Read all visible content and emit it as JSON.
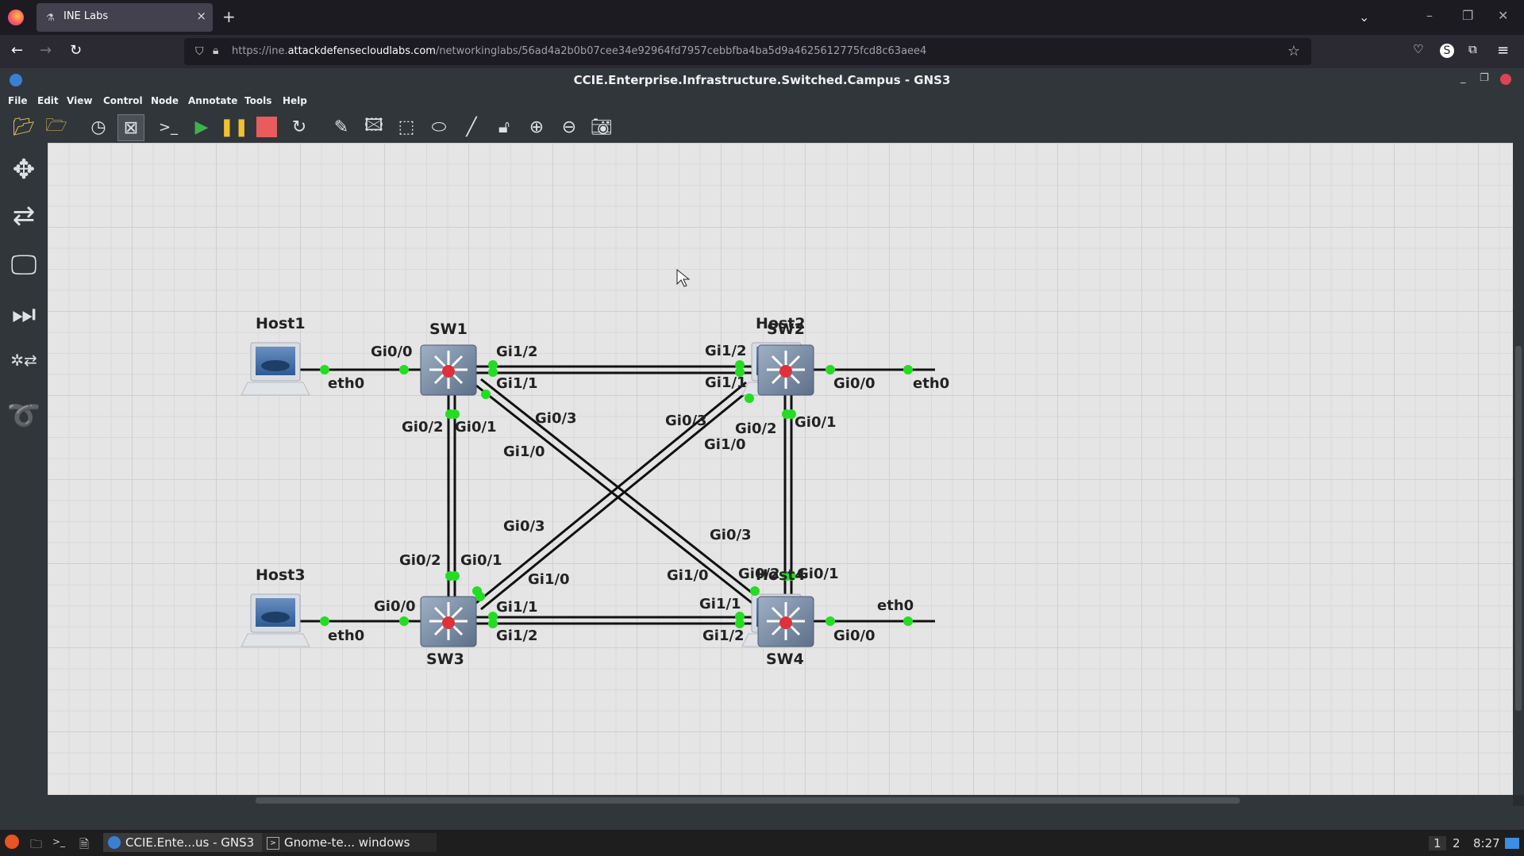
{
  "browser": {
    "tab_title": "INE Labs",
    "tab_close": "×",
    "new_tab": "+",
    "url_prefix": "https://ine.",
    "url_domain": "attackdefensecloudlabs.com",
    "url_path": "/networkinglabs/56ad4a2b0b07cee34e92964fd7957cebbfba4ba5d9a4625612775fcd8c63aee4"
  },
  "gns3": {
    "window_title": "CCIE.Enterprise.Infrastructure.Switched.Campus - GNS3",
    "menu": [
      "File",
      "Edit",
      "View",
      "Control",
      "Node",
      "Annotate",
      "Tools",
      "Help"
    ]
  },
  "topology": {
    "nodes": {
      "host1": "Host1",
      "host2": "Host2",
      "host3": "Host3",
      "host4": "Host4",
      "sw1": "SW1",
      "sw2": "SW2",
      "sw3": "SW3",
      "sw4": "SW4"
    },
    "ports": {
      "h1_eth0": "eth0",
      "sw1_gi00": "Gi0/0",
      "sw1_gi12": "Gi1/2",
      "sw1_gi11": "Gi1/1",
      "sw1_gi03": "Gi0/3",
      "sw1_gi10": "Gi1/0",
      "sw1_gi02": "Gi0/2",
      "sw1_gi01": "Gi0/1",
      "sw2_gi12": "Gi1/2",
      "sw2_gi11": "Gi1/1",
      "sw2_gi00": "Gi0/0",
      "h2_eth0": "eth0",
      "sw2_gi03": "Gi0/3",
      "sw2_gi02": "Gi0/2",
      "sw2_gi01": "Gi0/1",
      "sw2_gi10": "Gi1/0",
      "sw3_gi03": "Gi0/3",
      "sw3_gi02": "Gi0/2",
      "sw3_gi01": "Gi0/1",
      "sw3_gi10": "Gi1/0",
      "sw3_gi00": "Gi0/0",
      "sw3_gi11": "Gi1/1",
      "sw3_gi12": "Gi1/2",
      "h3_eth0": "eth0",
      "sw4_gi03": "Gi0/3",
      "sw4_gi10": "Gi1/0",
      "sw4_gi02": "Gi0/2",
      "sw4_gi01": "Gi0/1",
      "sw4_gi11": "Gi1/1",
      "sw4_gi12": "Gi1/2",
      "sw4_gi00": "Gi0/0",
      "h4_eth0": "eth0"
    }
  },
  "taskbar": {
    "gns3_item": "CCIE.Ente...us - GNS3",
    "terminal_item": "Gnome-te... windows",
    "workspace_1": "1",
    "workspace_2": "2",
    "clock": "8:27"
  },
  "colors": {
    "link_endpoint": "#22dd22",
    "switch_body": "#7a8ea8",
    "switch_center": "#e0303a"
  }
}
